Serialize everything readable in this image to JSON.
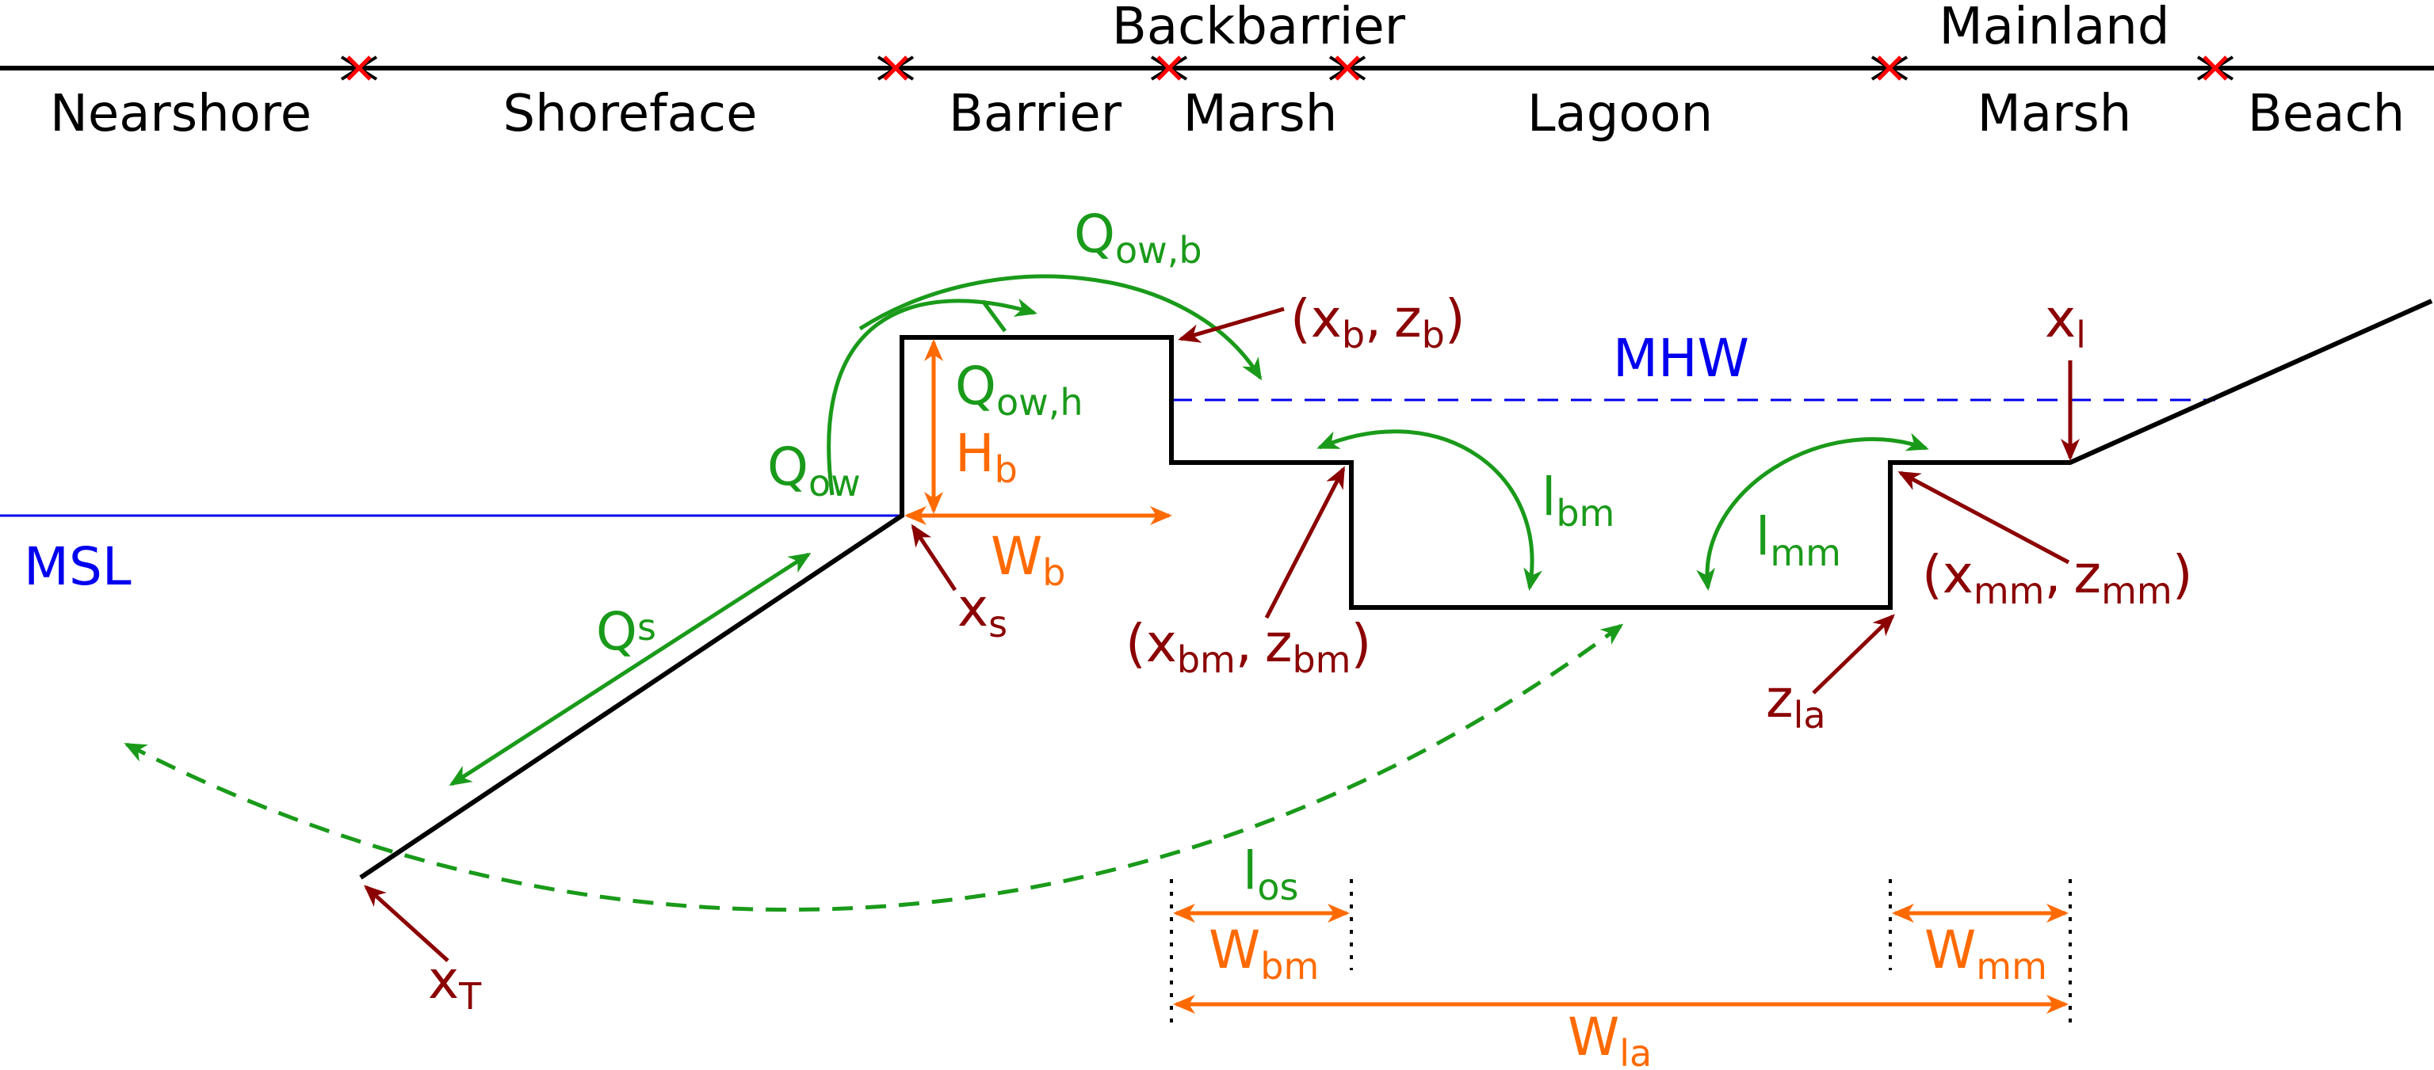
{
  "zones": {
    "nearshore": "Nearshore",
    "shoreface": "Shoreface",
    "barrier": "Barrier",
    "backbarrier": "Backbarrier",
    "marsh_back": "Marsh",
    "lagoon": "Lagoon",
    "mainland": "Mainland",
    "marsh_main": "Marsh",
    "beach": "Beach"
  },
  "water_levels": {
    "msl": "MSL",
    "mhw": "MHW"
  },
  "labels": {
    "Q": "Q",
    "ow": "ow",
    "owb": "ow,b",
    "owh": "ow,h",
    "s": "s",
    "H": "H",
    "W": "W",
    "b": "b",
    "x": "x",
    "z": "z",
    "T": "T",
    "l": "l",
    "bm": "bm",
    "mm": "mm",
    "la": "la",
    "os": "os",
    "open": "(",
    "close": ")",
    "comma": ","
  },
  "colors": {
    "profile": "#000000",
    "label_red": "#8b0000",
    "flux_green": "#1a9a1a",
    "dimension_orange": "#ff6a00",
    "water_blue": "#0000ee",
    "boundary_cross": "#ff0000"
  }
}
